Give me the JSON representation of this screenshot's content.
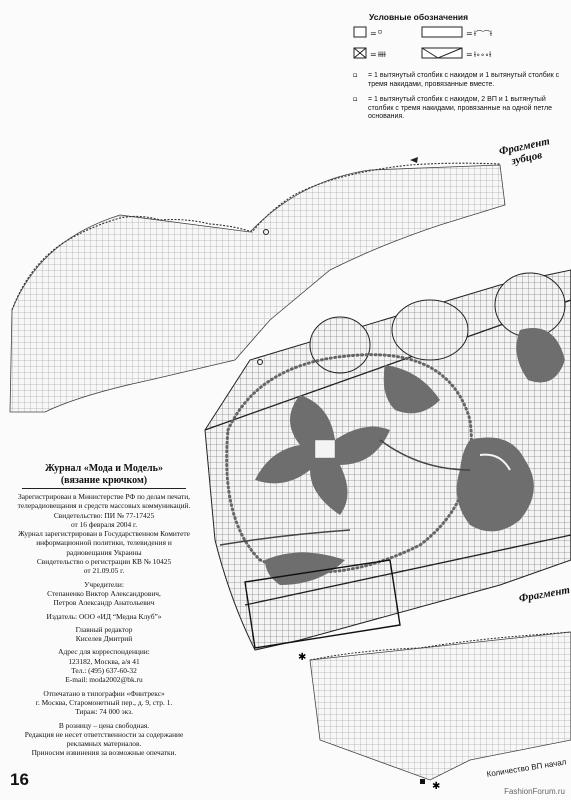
{
  "legend": {
    "title": "Условные обозначения",
    "eq": "=",
    "notes": [
      "= 1 вытянутый столбик с накидом и 1 вытянутый столбик с тремя накидами, провязанные вместе.",
      "= 1 вытянутый столбик с накидом, 2 ВП и 1 вытянутый столбик с тремя накидами, провязанные на одной петле основания."
    ]
  },
  "chart_labels": {
    "fragment_teeth": "Фрагмент\nзубцов",
    "fragment_line1": "Фрагмент",
    "fragment_line2": "зубцов",
    "fragment_right": "Фрагмент",
    "vp_count": "Количество ВП начал"
  },
  "imprint": {
    "title": "Журнал «Мода и Модель»",
    "subtitle": "(вязание крючком)",
    "lines": [
      "Зарегистрирован в Министерстве РФ по делам печати, телерадиовещания и средств массовых коммуникаций.",
      "Свидетельство: ПИ № 77-17425",
      "от 16 февраля 2004 г.",
      "Журнал зарегистрирован в Государственном Комитете информационной политики, телевидения и радиовещания Украины",
      "Свидетельство о регистрации КВ № 10425",
      "от 21.09.05 г.",
      "Учредители:",
      "Степаненко Виктор Александрович,",
      "Петров Александр Анатольевич",
      "Издатель: ООО «ИД “Медиа Клуб”»",
      "Главный редактор",
      "Киселев Дмитрий",
      "Адрес для корреспонденции:",
      "123182, Москва, а/я 41",
      "Тел.: (495) 637-60-32",
      "E-mail: moda2002@bk.ru",
      "Отпечатано в типографии «Финтрекс»",
      "г. Москва, Старомонетный пер., д. 9, стр. 1.",
      "Тираж: 74 000 экз.",
      "В розницу – цена свободная.",
      "Редакция не несет ответственности за содержание рекламных материалов.",
      "Приносим извинения за возможные опечатки."
    ]
  },
  "page_number": "16",
  "watermark": "FashionForum.ru",
  "colors": {
    "ink": "#222222",
    "filled": "#6e6e6e",
    "paper": "#fbfbfb"
  }
}
